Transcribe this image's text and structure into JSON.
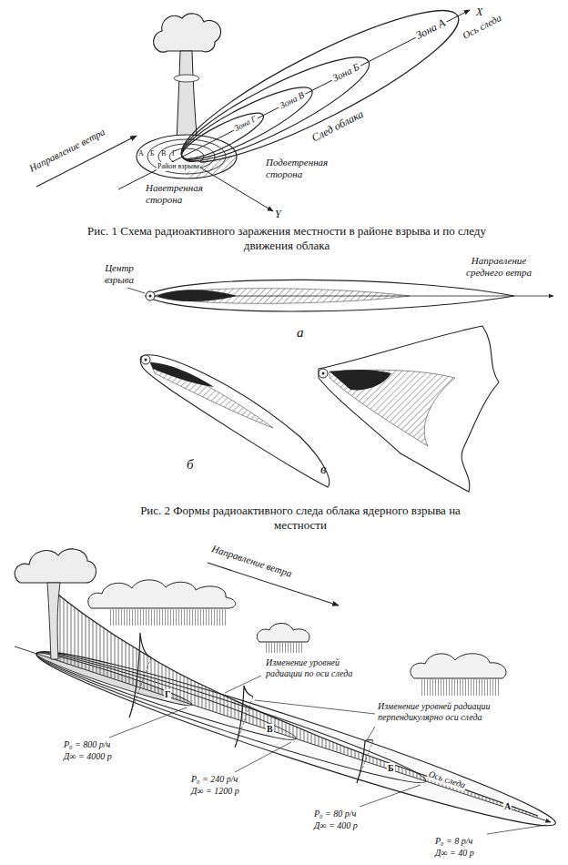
{
  "diagram": {
    "nodes": [
      {
        "text": [
          "Зона А"
        ]
      },
      {
        "text": [
          "Зона Б"
        ],
        "in": 0
      },
      {
        "text": [
          "Зона В"
        ],
        "in": 1
      },
      {
        "text": [
          "Зона Г"
        ],
        "in": 2
      }
    ],
    "labels": [
      "X",
      "Ось следа",
      "След облака",
      "Направление ветра",
      "А",
      "Б",
      "В",
      "Г",
      "Район взрыва",
      "Подветренная сторона",
      "Наветренная сторона",
      "Y",
      "Рис. 1 Схема радиоактивного заражения местности в районе взрыва и по следу движения облака",
      "Центр взрыва",
      "Направление среднего ветра",
      "а",
      "б",
      "в",
      "Рис. 2 Формы радиоактивного следа облака ядерного взрыва на местности",
      "Направление ветра",
      "Изменение уровней радиации по оси следа",
      "Изменение уровней радиации перпендикулярно оси следа",
      "Г",
      "В",
      "Б",
      "А",
      "Ось следа",
      "P₀ = 800 р/ч",
      "Д∞ = 4000 р",
      "P₀ = 240 р/ч",
      "Д∞ = 1200 р",
      "P₀ = 80 р/ч",
      "Д∞ = 400 р",
      "P₀ = 8 р/ч",
      "Д∞ = 40 р"
    ]
  }
}
